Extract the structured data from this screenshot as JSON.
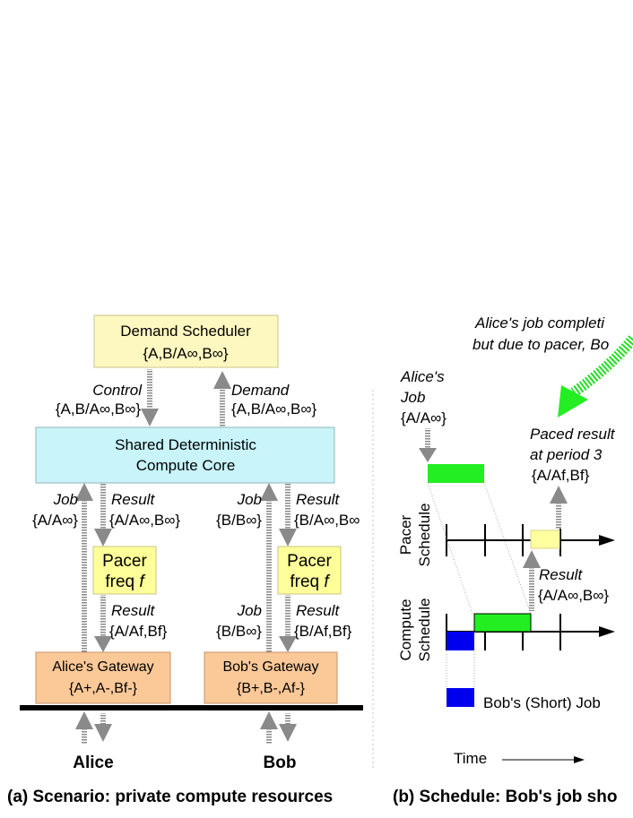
{
  "colors": {
    "scheduler_fill": "#fdf8c0",
    "scheduler_stroke": "#c9c38a",
    "core_fill": "#c8f4fa",
    "core_stroke": "#8fb5bb",
    "pacer_fill": "#ffff99",
    "gateway_fill": "#fbc898",
    "gateway_stroke": "#c5946a",
    "arrow_gray": "#8a8a8a",
    "job_green": "#22ee22",
    "bob_blue": "#0000ee",
    "pacer_result": "#ffffa0"
  },
  "left": {
    "scheduler": {
      "line1": "Demand Scheduler",
      "line2": "{A,B/A∞,B∞}"
    },
    "control_label": "Control",
    "control_set": "{A,B/A∞,B∞}",
    "demand_label": "Demand",
    "demand_set": "{A,B/A∞,B∞}",
    "core": {
      "line1": "Shared Deterministic",
      "line2": "Compute Core"
    },
    "alice_job_label": "Job",
    "alice_job_set": "{A/A∞}",
    "alice_result_label": "Result",
    "alice_result_set": "{A/A∞,B∞}",
    "bob_job_label": "Job",
    "bob_job_set": "{B/B∞}",
    "bob_result_label": "Result",
    "bob_result_set": "{B/A∞,B∞",
    "pacer_alice": {
      "line1": "Pacer",
      "line2_prefix": "freq ",
      "line2_var": "f"
    },
    "pacer_bob": {
      "line1": "Pacer",
      "line2_prefix": "freq ",
      "line2_var": "f"
    },
    "alice_lower_result_label": "Result",
    "alice_lower_result_set": "{A/Af,Bf}",
    "bob_lower_job_label": "Job",
    "bob_lower_job_set": "{B/B∞}",
    "bob_lower_result_label": "Result",
    "bob_lower_result_set": "{B/Af,Bf}",
    "alice_gateway": {
      "line1": "Alice's Gateway",
      "line2": "{A+,A-,Bf-}"
    },
    "bob_gateway": {
      "line1": "Bob's Gateway",
      "line2": "{B+,B-,Af-}"
    },
    "alice_name": "Alice",
    "bob_name": "Bob",
    "caption": "(a) Scenario: private compute resources"
  },
  "right": {
    "note_line1": "Alice's job completi",
    "note_line2": "but due to pacer, Bo",
    "alice_job_line1": "Alice's",
    "alice_job_line2": "Job",
    "alice_job_set": "{A/A∞}",
    "paced_line1": "Paced result",
    "paced_line2": "at period 3",
    "paced_set": "{A/Af,Bf}",
    "pacer_sched_line1": "Pacer",
    "pacer_sched_line2": "Schedule",
    "result_label": "Result",
    "result_set": "{A/A∞,B∞}",
    "compute_sched_line1": "Compute",
    "compute_sched_line2": "Schedule",
    "bob_short_job": "Bob's (Short) Job",
    "time_label": "Time",
    "caption": "(b) Schedule: Bob's job sho"
  }
}
